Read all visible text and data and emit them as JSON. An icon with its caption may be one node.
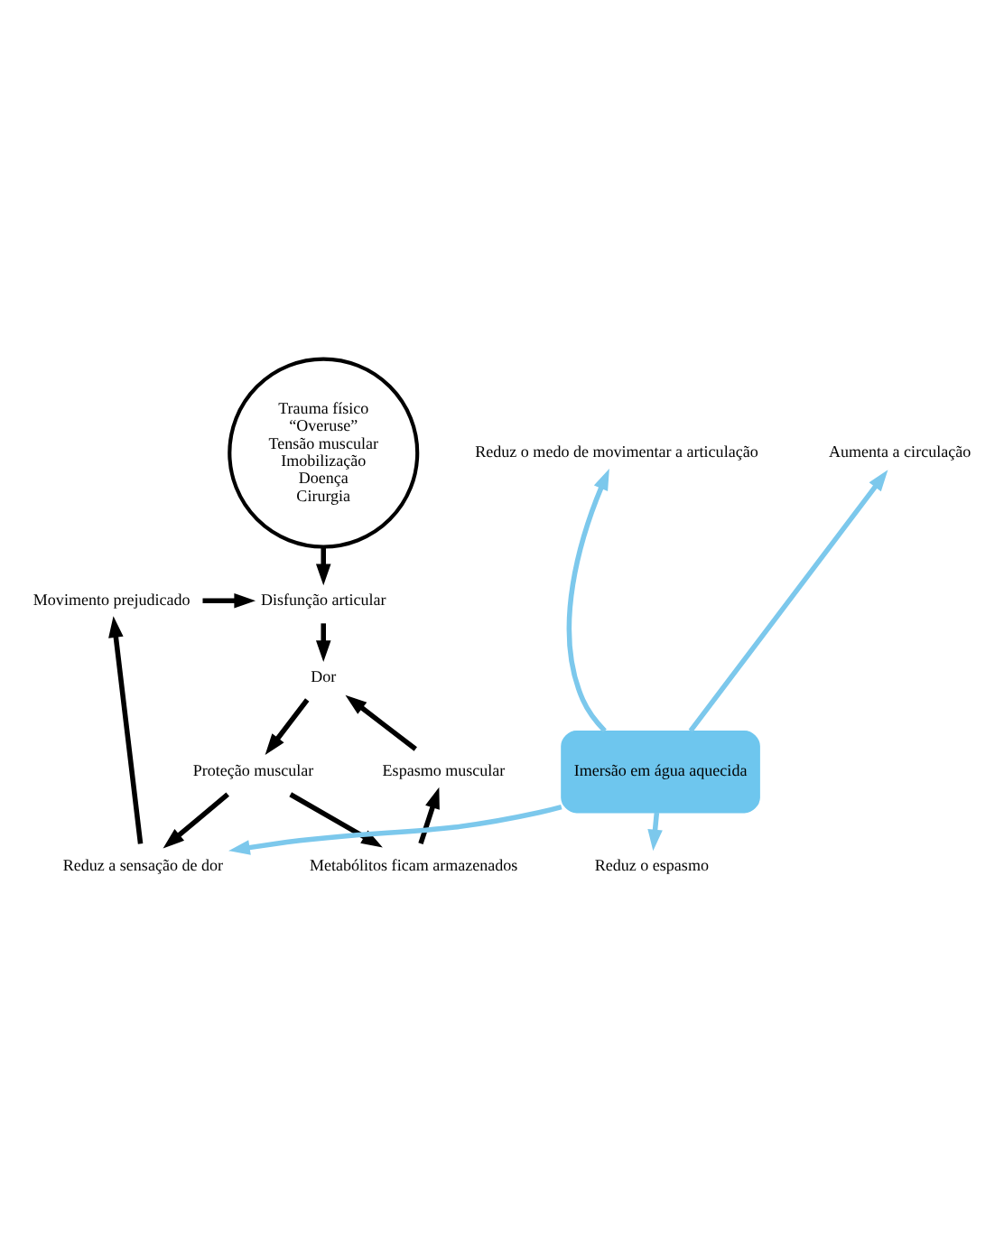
{
  "diagram": {
    "nodes": [
      {
        "text": [
          "Trauma físico",
          "“Overuse”",
          "Tensão muscular",
          "Imobilização",
          "Doença",
          "Cirurgia"
        ]
      },
      {
        "text": [
          "Disfunção articular"
        ]
      },
      {
        "text": [
          "Movimento prejudicado"
        ]
      },
      {
        "text": [
          "Dor"
        ]
      },
      {
        "text": [
          "Reduz a sensação de dor"
        ]
      },
      {
        "text": [
          "Proteção muscular"
        ]
      },
      {
        "text": [
          "Reduz o medo de movimentar a articulação"
        ]
      },
      {
        "text": [
          "Metabólitos ficam armazenados"
        ]
      },
      {
        "text": [
          "Aumenta a circulação"
        ]
      },
      {
        "text": [
          "Espasmo muscular"
        ]
      },
      {
        "text": [
          "Reduz o espasmo"
        ]
      },
      {
        "text": [
          "Imersão em água aquecida"
        ]
      }
    ],
    "edges": [
      {
        "from": 0,
        "to": 1,
        "arrow": "to"
      },
      {
        "from": 2,
        "to": 1,
        "arrow": "to"
      },
      {
        "from": 1,
        "to": 3,
        "arrow": "to"
      },
      {
        "from": 3,
        "to": 5,
        "arrow": "to"
      },
      {
        "from": 5,
        "to": 7,
        "arrow": "to"
      },
      {
        "from": 7,
        "to": 9,
        "arrow": "to"
      },
      {
        "from": 9,
        "to": 3,
        "arrow": "to"
      },
      {
        "from": 5,
        "to": 4,
        "arrow": "to"
      },
      {
        "from": 4,
        "to": 2,
        "arrow": "to"
      },
      {
        "from": 11,
        "to": 4,
        "arrow": "to",
        "color": "#7cc8ec"
      },
      {
        "from": 11,
        "to": 10,
        "arrow": "to",
        "color": "#7cc8ec"
      },
      {
        "from": 11,
        "to": 6,
        "arrow": "to",
        "color": "#7cc8ec"
      },
      {
        "from": 11,
        "to": 8,
        "arrow": "to",
        "color": "#7cc8ec"
      }
    ]
  }
}
